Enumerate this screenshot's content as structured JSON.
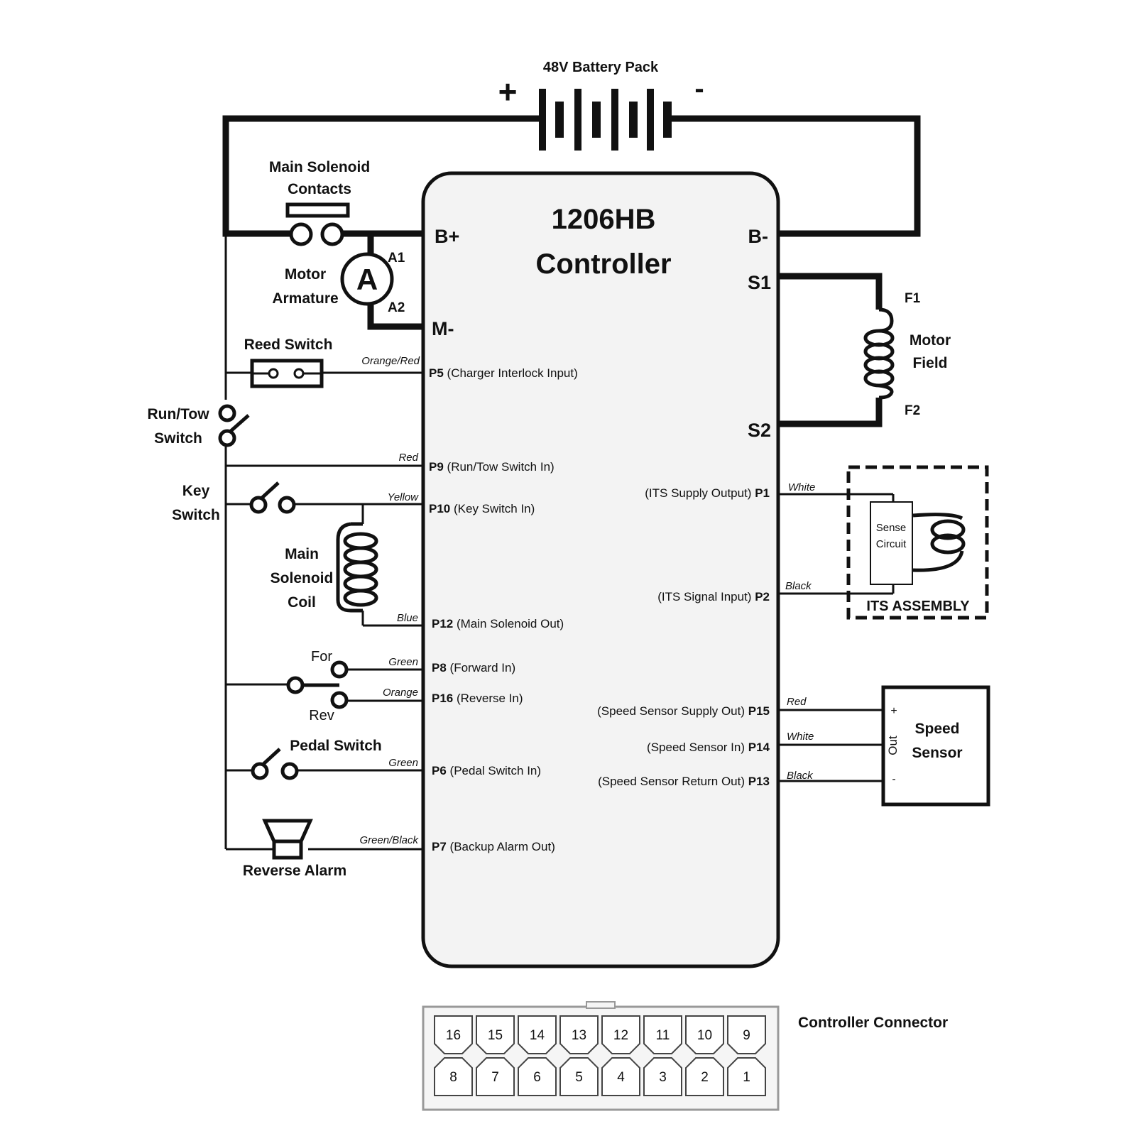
{
  "battery": {
    "label": "48V Battery Pack",
    "plus": "+",
    "minus": "-"
  },
  "controller": {
    "title_line1": "1206HB",
    "title_line2": "Controller",
    "terminals": {
      "bplus": "B+",
      "bminus": "B-",
      "mminus": "M-",
      "s1": "S1",
      "s2": "S2"
    }
  },
  "components": {
    "main_solenoid_contacts": [
      "Main Solenoid",
      "Contacts"
    ],
    "motor_armature": [
      "Motor",
      "Armature"
    ],
    "armature_symbol": "A",
    "a1": "A1",
    "a2": "A2",
    "reed_switch": "Reed Switch",
    "run_tow_switch": [
      "Run/Tow",
      "Switch"
    ],
    "key_switch": [
      "Key",
      "Switch"
    ],
    "main_solenoid_coil": [
      "Main",
      "Solenoid",
      "Coil"
    ],
    "for": "For",
    "rev": "Rev",
    "pedal_switch": "Pedal Switch",
    "reverse_alarm": "Reverse Alarm",
    "motor_field": [
      "Motor",
      "Field"
    ],
    "f1": "F1",
    "f2": "F2",
    "sense_circuit": [
      "Sense",
      "Circuit"
    ],
    "its_assembly": "ITS ASSEMBLY",
    "speed_sensor": [
      "Speed",
      "Sensor"
    ],
    "sensor_plus": "+",
    "sensor_out": "Out",
    "sensor_minus": "-"
  },
  "left_pins": [
    {
      "pin": "P5",
      "desc": "(Charger Interlock Input)",
      "wire": "Orange/Red"
    },
    {
      "pin": "P9",
      "desc": "(Run/Tow Switch In)",
      "wire": "Red"
    },
    {
      "pin": "P10",
      "desc": "(Key Switch In)",
      "wire": "Yellow"
    },
    {
      "pin": "P12",
      "desc": "(Main Solenoid Out)",
      "wire": "Blue"
    },
    {
      "pin": "P8",
      "desc": "(Forward In)",
      "wire": "Green"
    },
    {
      "pin": "P16",
      "desc": "(Reverse In)",
      "wire": "Orange"
    },
    {
      "pin": "P6",
      "desc": "(Pedal Switch In)",
      "wire": "Green"
    },
    {
      "pin": "P7",
      "desc": "(Backup Alarm Out)",
      "wire": "Green/Black"
    }
  ],
  "right_pins": [
    {
      "pin": "P1",
      "desc": "(ITS Supply Output)",
      "wire": "White"
    },
    {
      "pin": "P2",
      "desc": "(ITS Signal Input)",
      "wire": "Black"
    },
    {
      "pin": "P15",
      "desc": "(Speed Sensor Supply Out)",
      "wire": "Red"
    },
    {
      "pin": "P14",
      "desc": "(Speed Sensor In)",
      "wire": "White"
    },
    {
      "pin": "P13",
      "desc": "(Speed Sensor Return Out)",
      "wire": "Black"
    }
  ],
  "connector": {
    "label": "Controller Connector",
    "top_row": [
      "16",
      "15",
      "14",
      "13",
      "12",
      "11",
      "10",
      "9"
    ],
    "bottom_row": [
      "8",
      "7",
      "6",
      "5",
      "4",
      "3",
      "2",
      "1"
    ]
  }
}
